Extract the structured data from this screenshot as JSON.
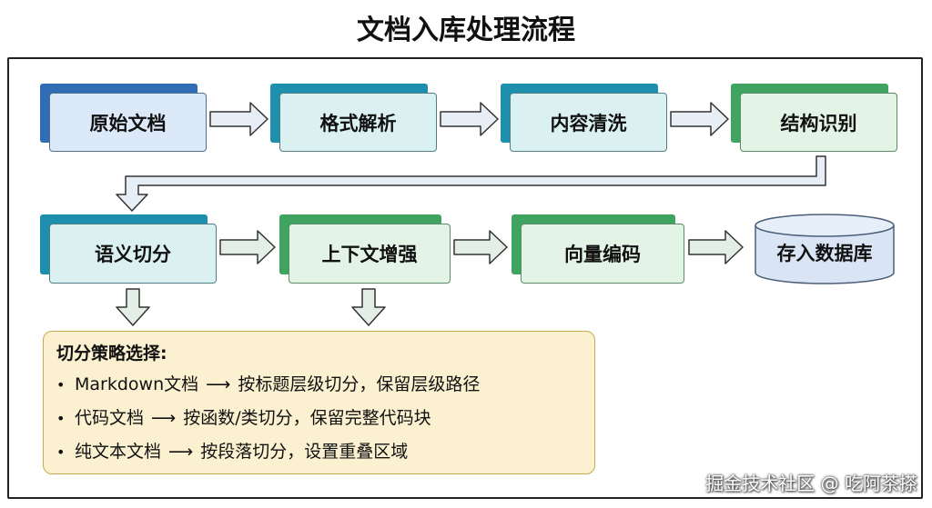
{
  "title": "文档入库处理流程",
  "nodes": {
    "raw_doc": "原始文档",
    "format_parse": "格式解析",
    "content_clean": "内容清洗",
    "structure_recognize": "结构识别",
    "semantic_chunk": "语义切分",
    "context_enhance": "上下文增强",
    "vector_encode": "向量编码",
    "store_db": "存入数据库"
  },
  "strategy": {
    "heading": "切分策略选择:",
    "items": [
      {
        "source": "Markdown文档",
        "rule": "按标题层级切分，保留层级路径"
      },
      {
        "source": "代码文档",
        "rule": "按函数/类切分，保留完整代码块"
      },
      {
        "source": "纯文本文档",
        "rule": "按段落切分，设置重叠区域"
      }
    ],
    "bullet": "•",
    "arrow": "⟶"
  },
  "watermark": "掘金技术社区 @ 吃阿茶搽",
  "colors": {
    "blue": "#2f6db5",
    "teal": "#1f8fae",
    "green": "#3fa460",
    "strategy_bg": "#fbf0cf"
  }
}
